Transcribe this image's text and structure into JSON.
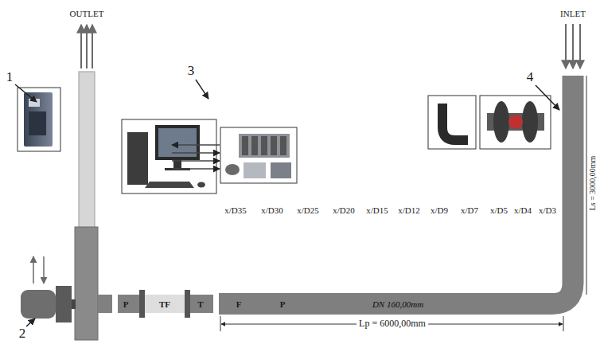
{
  "diagram": {
    "labels": [
      "OUTLET",
      "INLET",
      "1",
      "2",
      "3",
      "4",
      "x/D35",
      "x/D30",
      "x/D25",
      "x/D20",
      "x/D15",
      "x/D12",
      "x/D9",
      "x/D7",
      "x/D5",
      "x/D4",
      "x/D3",
      "P",
      "TF",
      "T",
      "F",
      "P",
      "DN 160,00mm",
      "Lp = 6000,00mm",
      "Ls = 3000,00mm"
    ]
  }
}
